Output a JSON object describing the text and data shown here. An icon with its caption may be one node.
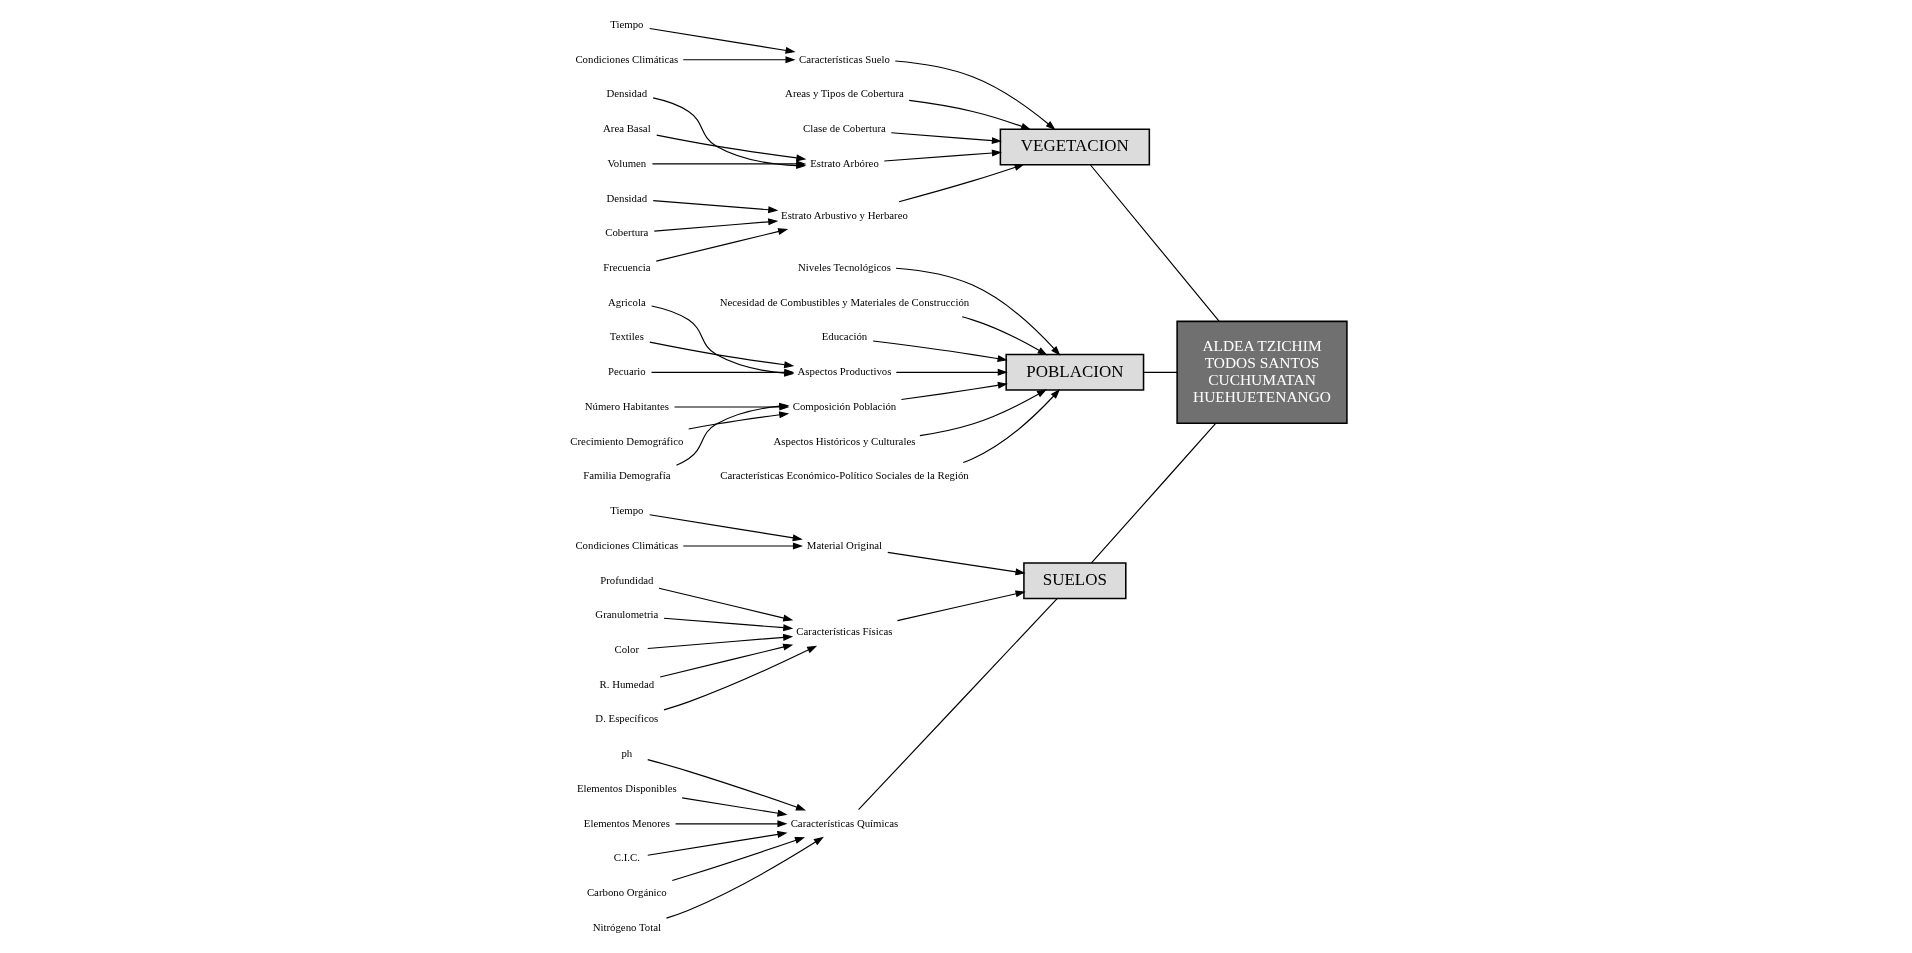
{
  "diagram": {
    "nodes": [
      {
        "text": [
          "SUELOS"
        ]
      },
      {
        "text": [
          "VEGETACION"
        ]
      },
      {
        "text": [
          "POBLACION"
        ]
      },
      {
        "text": [
          "ALDEA TZICHIM TODOS SANTOS CUCHUMATAN HUEHUETENANGO"
        ]
      },
      {
        "text": [
          "Tiempo"
        ]
      },
      {
        "text": [
          "Material Original"
        ]
      },
      {
        "text": [
          "Condiciones Climáticas"
        ]
      },
      {
        "text": [
          "Características Físicas"
        ]
      },
      {
        "text": [
          "Profundidad"
        ]
      },
      {
        "text": [
          "Granulometria"
        ]
      },
      {
        "text": [
          "Color"
        ]
      },
      {
        "text": [
          "R. Humedad"
        ]
      },
      {
        "text": [
          "D. Específicos"
        ]
      },
      {
        "text": [
          "Características Químicas"
        ]
      },
      {
        "text": [
          "ph"
        ]
      },
      {
        "text": [
          "Elementos Disponibles"
        ]
      },
      {
        "text": [
          "Elementos Menores"
        ]
      },
      {
        "text": [
          "C.I.C."
        ]
      },
      {
        "text": [
          "Carbono Orgánico"
        ]
      },
      {
        "text": [
          "Nitrógeno Total"
        ]
      },
      {
        "text": [
          "Características Suelo"
        ]
      },
      {
        "text": [
          "Tiempo"
        ]
      },
      {
        "text": [
          "Condiciones Climáticas"
        ]
      },
      {
        "text": [
          "Areas y Tipos de Cobertura"
        ]
      },
      {
        "text": [
          "Clase de Cobertura"
        ]
      },
      {
        "text": [
          "Estrato Arbóreo"
        ]
      },
      {
        "text": [
          "Densidad"
        ]
      },
      {
        "text": [
          "Area Basal"
        ]
      },
      {
        "text": [
          "Volumen"
        ]
      },
      {
        "text": [
          "Estrato Arbustivo y Herbareo"
        ]
      },
      {
        "text": [
          "Densidad"
        ]
      },
      {
        "text": [
          "Cobertura"
        ]
      },
      {
        "text": [
          "Frecuencia"
        ]
      },
      {
        "text": [
          "Niveles Tecnológicos"
        ]
      },
      {
        "text": [
          "Necesidad de Combustibles y Materiales de Construcción"
        ]
      },
      {
        "text": [
          "Educación"
        ]
      },
      {
        "text": [
          "Aspectos Productivos"
        ]
      },
      {
        "text": [
          "Agricola"
        ]
      },
      {
        "text": [
          "Textiles"
        ]
      },
      {
        "text": [
          "Pecuario"
        ]
      },
      {
        "text": [
          "Número Habitantes"
        ]
      },
      {
        "text": [
          "Crecimiento Demográfico"
        ]
      },
      {
        "text": [
          "Composición Población"
        ]
      },
      {
        "text": [
          "Familia Demografía"
        ]
      },
      {
        "text": [
          "Aspectos Históricos y Culturales"
        ]
      },
      {
        "text": [
          "Características Económico-Político Sociales de la Región"
        ]
      }
    ],
    "edges": [
      {
        "from": 0,
        "to": 3,
        "arrow": "none"
      },
      {
        "from": 1,
        "to": 3,
        "arrow": "none"
      },
      {
        "from": 2,
        "to": 3,
        "arrow": "none"
      },
      {
        "from": 4,
        "to": 5,
        "arrow": "to"
      },
      {
        "from": 6,
        "to": 5,
        "arrow": "to"
      },
      {
        "from": 5,
        "to": 0,
        "arrow": "to"
      },
      {
        "from": 7,
        "to": 0,
        "arrow": "to"
      },
      {
        "from": 8,
        "to": 7,
        "arrow": "to"
      },
      {
        "from": 9,
        "to": 7,
        "arrow": "to"
      },
      {
        "from": 10,
        "to": 7,
        "arrow": "to"
      },
      {
        "from": 11,
        "to": 7,
        "arrow": "to"
      },
      {
        "from": 12,
        "to": 7,
        "arrow": "to"
      },
      {
        "from": 13,
        "to": 0,
        "arrow": "none"
      },
      {
        "from": 14,
        "to": 13,
        "arrow": "to"
      },
      {
        "from": 15,
        "to": 13,
        "arrow": "to"
      },
      {
        "from": 16,
        "to": 13,
        "arrow": "to"
      },
      {
        "from": 17,
        "to": 13,
        "arrow": "to"
      },
      {
        "from": 18,
        "to": 13,
        "arrow": "to"
      },
      {
        "from": 19,
        "to": 13,
        "arrow": "to"
      },
      {
        "from": 20,
        "to": 1,
        "arrow": "to"
      },
      {
        "from": 21,
        "to": 20,
        "arrow": "to"
      },
      {
        "from": 22,
        "to": 20,
        "arrow": "to"
      },
      {
        "from": 23,
        "to": 1,
        "arrow": "to"
      },
      {
        "from": 24,
        "to": 1,
        "arrow": "to"
      },
      {
        "from": 25,
        "to": 1,
        "arrow": "to"
      },
      {
        "from": 26,
        "to": 25,
        "arrow": "to"
      },
      {
        "from": 27,
        "to": 25,
        "arrow": "to"
      },
      {
        "from": 28,
        "to": 25,
        "arrow": "to"
      },
      {
        "from": 29,
        "to": 1,
        "arrow": "to"
      },
      {
        "from": 30,
        "to": 29,
        "arrow": "to"
      },
      {
        "from": 31,
        "to": 29,
        "arrow": "to"
      },
      {
        "from": 32,
        "to": 29,
        "arrow": "to"
      },
      {
        "from": 33,
        "to": 2,
        "arrow": "to"
      },
      {
        "from": 34,
        "to": 2,
        "arrow": "to"
      },
      {
        "from": 35,
        "to": 2,
        "arrow": "to"
      },
      {
        "from": 36,
        "to": 2,
        "arrow": "to"
      },
      {
        "from": 37,
        "to": 36,
        "arrow": "to"
      },
      {
        "from": 38,
        "to": 36,
        "arrow": "to"
      },
      {
        "from": 39,
        "to": 36,
        "arrow": "to"
      },
      {
        "from": 40,
        "to": 42,
        "arrow": "to"
      },
      {
        "from": 41,
        "to": 42,
        "arrow": "to"
      },
      {
        "from": 42,
        "to": 2,
        "arrow": "to"
      },
      {
        "from": 43,
        "to": 42,
        "arrow": "to"
      },
      {
        "from": 44,
        "to": 2,
        "arrow": "to"
      },
      {
        "from": 45,
        "to": 2,
        "arrow": "to"
      }
    ]
  }
}
